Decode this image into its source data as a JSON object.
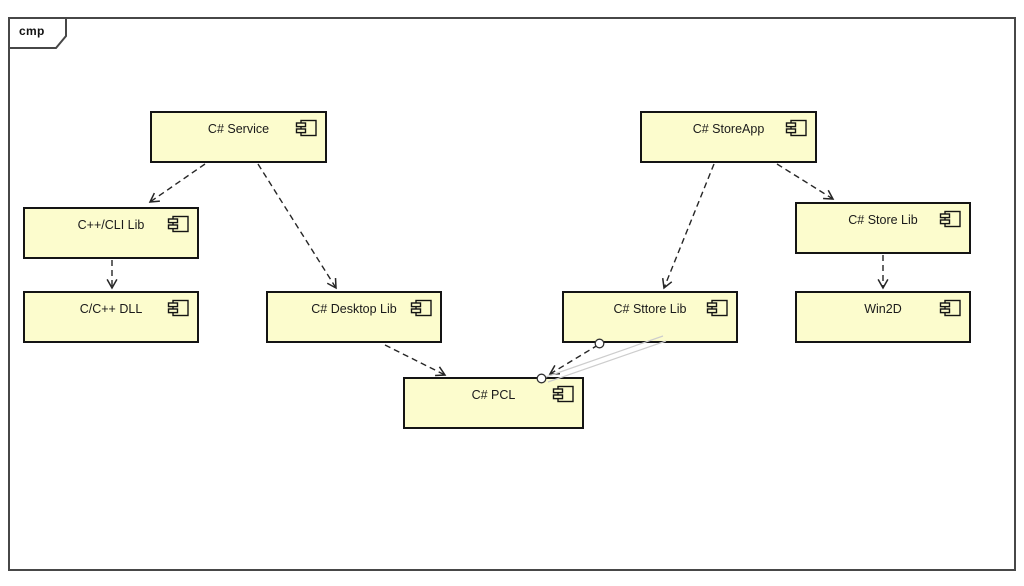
{
  "frame": {
    "label": "cmp",
    "type": "uml-component-diagram-frame"
  },
  "nodes": [
    {
      "id": "service",
      "label": "C# Service"
    },
    {
      "id": "storeapp",
      "label": "C# StoreApp"
    },
    {
      "id": "cppcli-lib",
      "label": "C++/CLI Lib"
    },
    {
      "id": "store-lib",
      "label": "C# Store Lib"
    },
    {
      "id": "ccpp-dll",
      "label": "C/C++ DLL"
    },
    {
      "id": "desktop-lib",
      "label": "C# Desktop Lib"
    },
    {
      "id": "sttore-lib",
      "label": "C# Sttore Lib"
    },
    {
      "id": "win2d",
      "label": "Win2D"
    },
    {
      "id": "pcl",
      "label": "C# PCL"
    }
  ],
  "edges": [
    {
      "from": "C# Service",
      "to": "C++/CLI Lib",
      "style": "dashed-open-arrow"
    },
    {
      "from": "C# Service",
      "to": "C# Desktop Lib",
      "style": "dashed-open-arrow"
    },
    {
      "from": "C++/CLI Lib",
      "to": "C/C++ DLL",
      "style": "dashed-open-arrow"
    },
    {
      "from": "C# StoreApp",
      "to": "C# Sttore Lib",
      "style": "dashed-open-arrow"
    },
    {
      "from": "C# StoreApp",
      "to": "C# Store Lib",
      "style": "dashed-open-arrow"
    },
    {
      "from": "C# Store Lib",
      "to": "Win2D",
      "style": "dashed-open-arrow"
    },
    {
      "from": "C# Desktop Lib",
      "to": "C# PCL",
      "style": "dashed-open-arrow"
    },
    {
      "from": "C# Sttore Lib",
      "to": "C# PCL",
      "style": "dashed-open-arrow-with-endpoint-handles"
    }
  ],
  "colors": {
    "node_fill": "#fcfccd",
    "node_border": "#141414",
    "frame_border": "#474747",
    "edge": "#262626",
    "handle_fill": "#ffffff",
    "ghost_line": "#cdcdcd"
  }
}
